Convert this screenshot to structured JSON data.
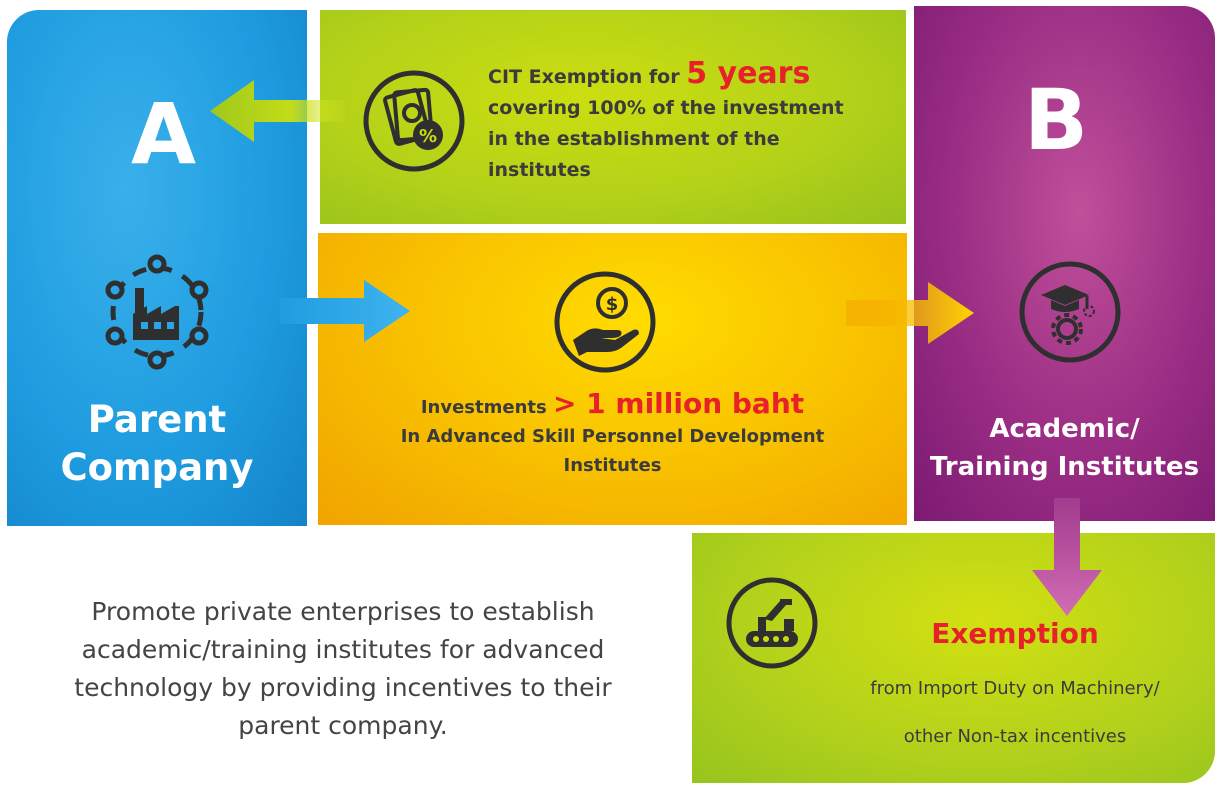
{
  "colors": {
    "panel_a_blue": "#1f9de0",
    "panel_b_purple": "#9a2d84",
    "green": "#b4d219",
    "yellow": "#f9c400",
    "highlight_red": "#e8202a",
    "icon_dark": "#2f2f2f"
  },
  "panel_a": {
    "letter": "A",
    "title_line1": "Parent",
    "title_line2": "Company",
    "icon": "factory-network-icon"
  },
  "panel_b": {
    "letter": "B",
    "title_line1": "Academic/",
    "title_line2": "Training Institutes",
    "icon": "graduation-gear-icon"
  },
  "cit": {
    "prefix": "CIT Exemption for ",
    "highlight": "5 years",
    "line2": "covering 100% of the investment",
    "line3": "in the establishment of the",
    "line4": "institutes",
    "icon": "money-percent-icon"
  },
  "investment": {
    "prefix": "Investments ",
    "highlight": "> 1 million baht",
    "line2": "In Advanced Skill Personnel Development",
    "line3": "Institutes",
    "icon": "hand-coin-icon"
  },
  "exemption": {
    "title": "Exemption",
    "line1": "from Import Duty on Machinery/",
    "line2": "other Non-tax incentives",
    "icon": "machinery-conveyor-icon"
  },
  "description": {
    "line1": "Promote private enterprises to establish",
    "line2": "academic/training institutes for advanced",
    "line3": "technology by providing incentives to their",
    "line4": "parent company."
  }
}
